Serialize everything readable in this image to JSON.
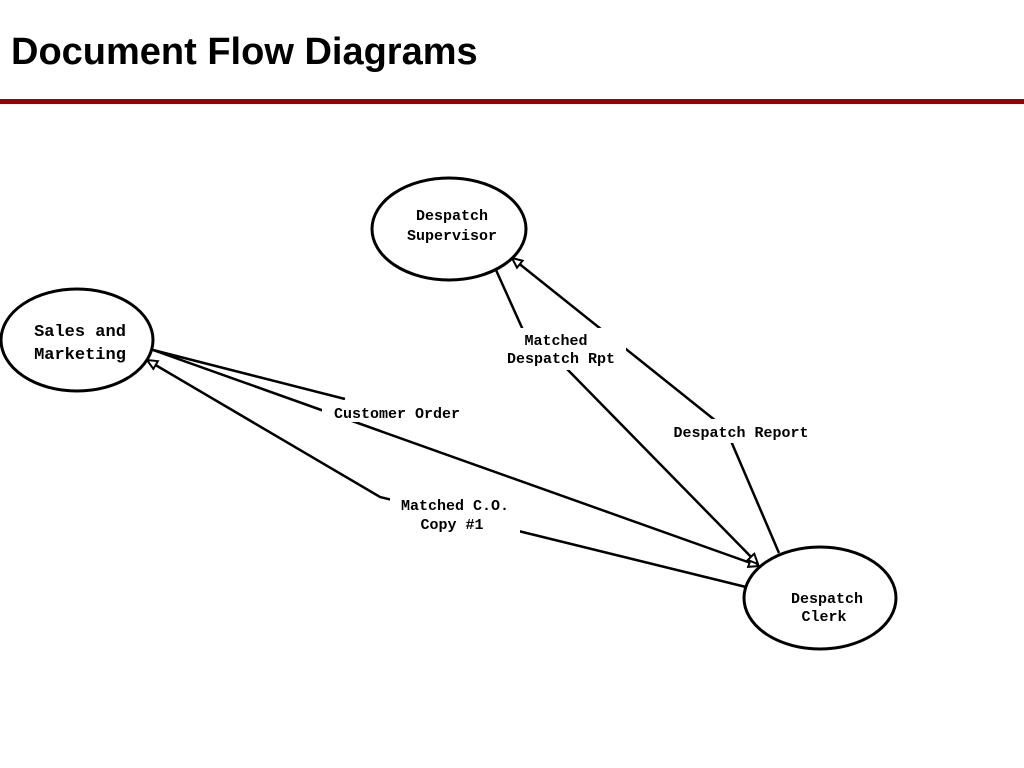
{
  "header": {
    "title": "Document Flow Diagrams",
    "rule_color": "#990000"
  },
  "nodes": {
    "sales_marketing": {
      "line1": "Sales and",
      "line2": "Marketing"
    },
    "despatch_supervisor": {
      "line1": "Despatch",
      "line2": "Supervisor"
    },
    "despatch_clerk": {
      "line1": "Despatch",
      "line2": "Clerk"
    }
  },
  "flows": {
    "customer_order": {
      "label": "Customer Order",
      "from": "Sales and Marketing",
      "to": "Despatch Clerk"
    },
    "matched_co_copy": {
      "line1": "Matched C.O.",
      "line2": "Copy #1",
      "from": "Despatch Clerk",
      "to": "Sales and Marketing"
    },
    "matched_despatch_rpt": {
      "line1": "Matched",
      "line2": "Despatch Rpt",
      "from": "Despatch Supervisor",
      "to": "Despatch Clerk"
    },
    "despatch_report": {
      "label": "Despatch Report",
      "from": "Despatch Clerk",
      "to": "Despatch Supervisor"
    }
  }
}
